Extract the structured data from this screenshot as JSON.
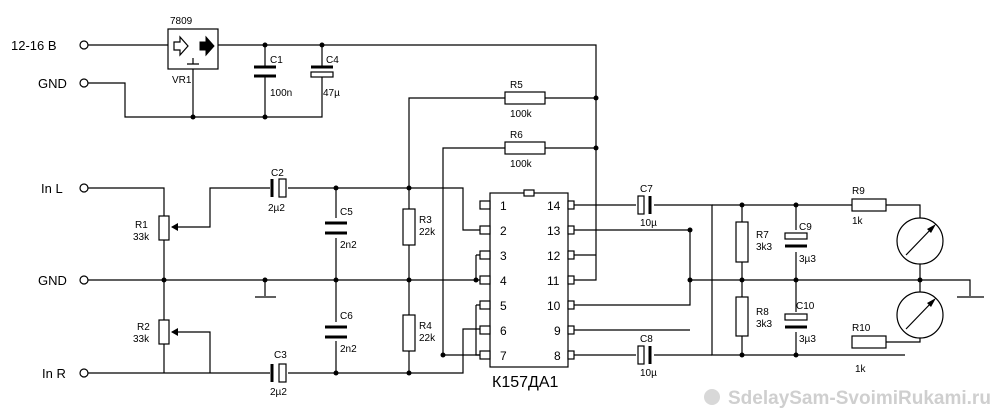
{
  "terminals": {
    "supply": "12-16 В",
    "gnd_top": "GND",
    "in_l": "In L",
    "gnd_mid": "GND",
    "in_r": "In R"
  },
  "regulator": {
    "type": "7809",
    "ref": "VR1"
  },
  "components": {
    "c1": {
      "ref": "C1",
      "value": "100n"
    },
    "c4": {
      "ref": "C4",
      "value": "47µ"
    },
    "r5": {
      "ref": "R5",
      "value": "100k"
    },
    "r6": {
      "ref": "R6",
      "value": "100k"
    },
    "c2": {
      "ref": "C2",
      "value": "2µ2"
    },
    "c3": {
      "ref": "C3",
      "value": "2µ2"
    },
    "r1": {
      "ref": "R1",
      "value": "33k"
    },
    "r2": {
      "ref": "R2",
      "value": "33k"
    },
    "c5": {
      "ref": "C5",
      "value": "2n2"
    },
    "c6": {
      "ref": "C6",
      "value": "2n2"
    },
    "r3": {
      "ref": "R3",
      "value": "22k"
    },
    "r4": {
      "ref": "R4",
      "value": "22k"
    },
    "c7": {
      "ref": "C7",
      "value": "10µ"
    },
    "c8": {
      "ref": "C8",
      "value": "10µ"
    },
    "r7": {
      "ref": "R7",
      "value": "3k3"
    },
    "r8": {
      "ref": "R8",
      "value": "3k3"
    },
    "c9": {
      "ref": "C9",
      "value": "3µ3"
    },
    "c10": {
      "ref": "C10",
      "value": "3µ3"
    },
    "r9": {
      "ref": "R9",
      "value": "1k"
    },
    "r10": {
      "ref": "R10",
      "value": "1k"
    }
  },
  "ic": {
    "name": "К157ДА1",
    "left_pins": [
      "1",
      "2",
      "3",
      "4",
      "5",
      "6",
      "7"
    ],
    "right_pins": [
      "14",
      "13",
      "12",
      "11",
      "10",
      "9",
      "8"
    ]
  },
  "watermark": "SdelaySam-SvoimiRukami.ru"
}
